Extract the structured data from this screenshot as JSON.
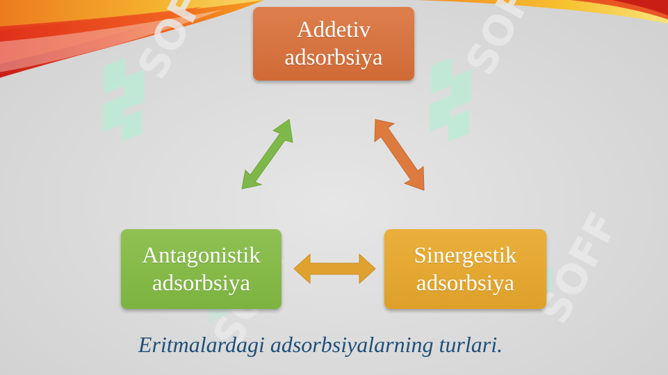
{
  "diagram": {
    "nodes": [
      {
        "id": "top",
        "label": "Addetiv\nadsorbsiya",
        "color": "#d4743f"
      },
      {
        "id": "left",
        "label": "Antagonistik\nadsorbsiya",
        "color": "#84b946"
      },
      {
        "id": "right",
        "label": "Sinergestik\nadsorbsiya",
        "color": "#e3a733"
      }
    ],
    "edges": [
      {
        "from": "top",
        "to": "left",
        "bidirectional": true,
        "color": "#7fb84a"
      },
      {
        "from": "top",
        "to": "right",
        "bidirectional": true,
        "color": "#dd7a3e"
      },
      {
        "from": "left",
        "to": "right",
        "bidirectional": true,
        "color": "#e0a22e"
      }
    ]
  },
  "caption": {
    "text": "Eritmalardagi adsorbsiyalarning turlari."
  },
  "watermark": {
    "text": "SOFF"
  },
  "colors": {
    "caption": "#1f4f7a",
    "background": "#dcdcdc",
    "banner_red": "#e0301e",
    "banner_orange": "#f39a1f",
    "banner_yellow": "#f6d23a"
  }
}
